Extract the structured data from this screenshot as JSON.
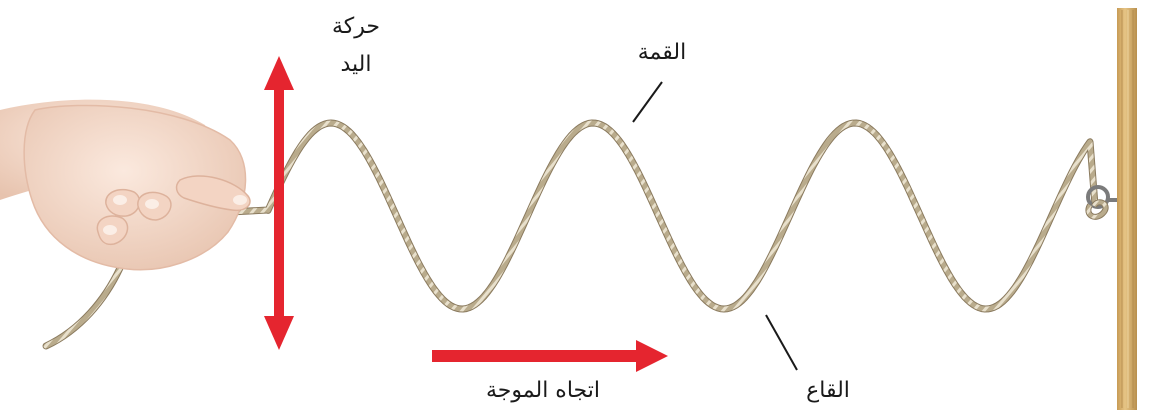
{
  "labels": {
    "hand_motion_line1": "حركة",
    "hand_motion_line2": "اليد",
    "crest": "القمة",
    "trough": "القاع",
    "wave_direction": "اتجاه الموجة"
  },
  "colors": {
    "arrow": "#e5252f",
    "rope": "#b9ab8c",
    "rope_dark": "#8a7a5e",
    "rope_light": "#e8e0cc",
    "post": "#d7b374",
    "post_dark": "#b8904e",
    "skin": "#f5ddcf",
    "skin_shadow": "#e3bba6",
    "leader_line": "#1a1a1a"
  },
  "icons": {
    "hand": "hand-icon",
    "post": "wooden-post-icon",
    "hook": "hook-icon"
  }
}
